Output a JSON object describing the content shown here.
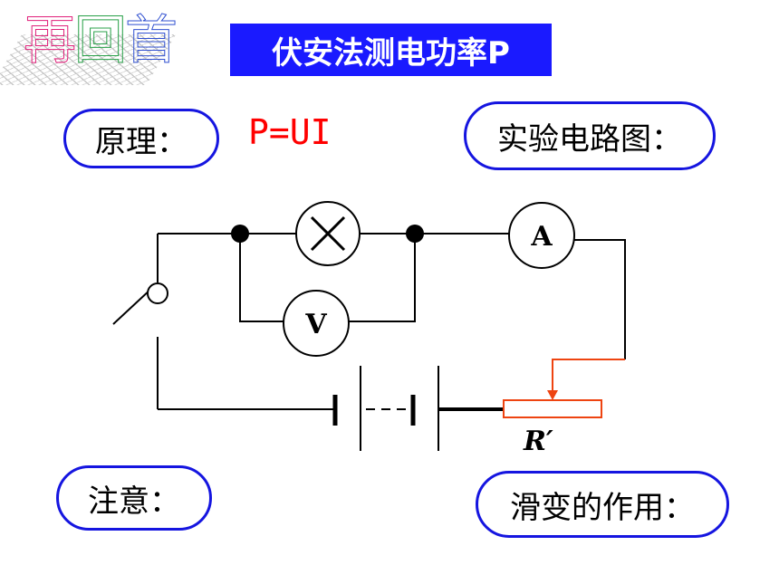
{
  "logo": {
    "text": [
      "再",
      "回",
      "首"
    ],
    "colors": [
      "#e0207a",
      "#28a048",
      "#3050d0"
    ]
  },
  "title": "伏安法测电功率P",
  "principle": {
    "label": "原理：",
    "formula": "P=UI"
  },
  "circuit_diagram": {
    "label": "实验电路图："
  },
  "meters": {
    "ammeter": "A",
    "voltmeter": "V"
  },
  "rheostat_label": "R′",
  "note": {
    "label": "注意："
  },
  "rheostat_role": {
    "label": "滑变的作用："
  },
  "colors": {
    "title_bg": "#1a1aff",
    "pill_border": "#1515e0",
    "formula": "#ff0000",
    "rheostat": "#ee4411"
  }
}
